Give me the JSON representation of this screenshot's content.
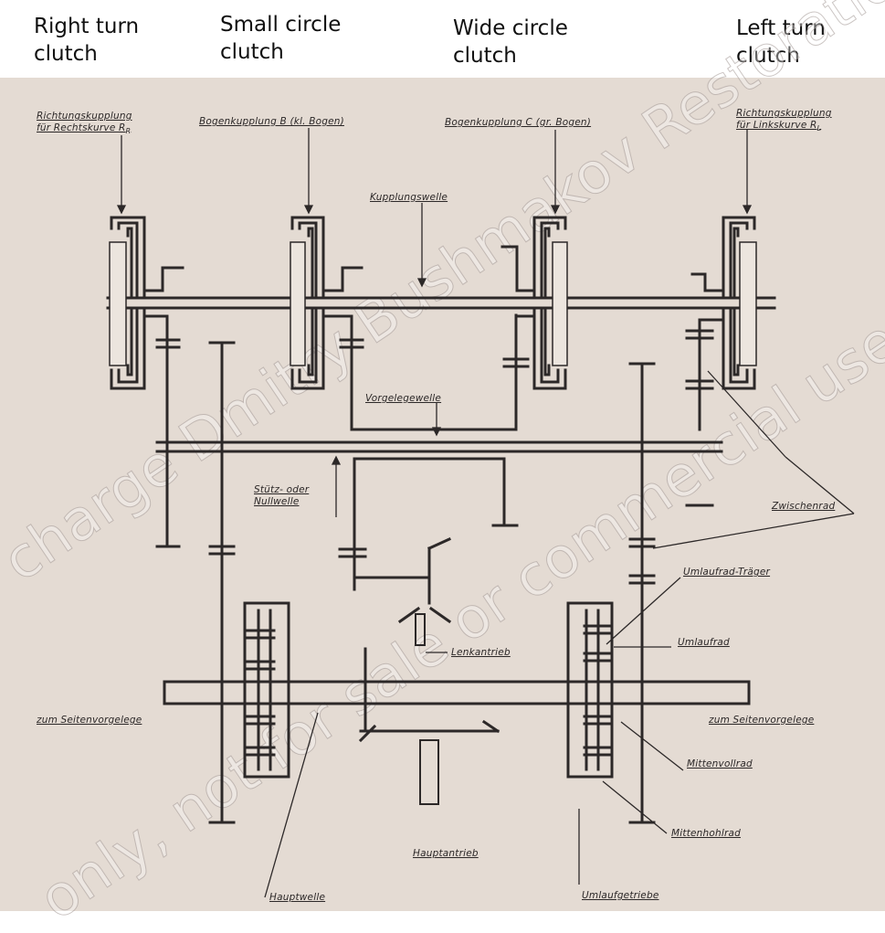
{
  "captions": {
    "right_turn": "Right turn\nclutch",
    "small_circle": "Small circle\nclutch",
    "wide_circle": "Wide circle\nclutch",
    "left_turn": "Left turn\nclutch"
  },
  "labels": {
    "richtung_rechts": "Richtungskupplung\nfür Rechtskurve R",
    "richtung_rechts_sub": "R",
    "bogen_b": "Bogenkupplung B (kl. Bogen)",
    "bogen_c": "Bogenkupplung C (gr. Bogen)",
    "richtung_links": "Richtungskupplung\nfür Linkskurve R",
    "richtung_links_sub": "L",
    "kupplungswelle": "Kupplungswelle",
    "vorgelegewelle": "Vorgelegewelle",
    "stuetzwelle": "Stütz- oder\nNullwelle",
    "zwischenrad": "Zwischenrad",
    "umlaufrad_traeger": "Umlaufrad-Träger",
    "umlaufrad": "Umlaufrad",
    "lenkantrieb": "Lenkantrieb",
    "seitenvorgelege_left": "zum Seitenvorgelege",
    "seitenvorgelege_right": "zum Seitenvorgelege",
    "mittenvollrad": "Mittenvollrad",
    "mittenhohlrad": "Mittenhohlrad",
    "hauptantrieb": "Hauptantrieb",
    "hauptwelle": "Hauptwelle",
    "umlaufgetriebe": "Umlaufgetriebe"
  },
  "watermark": {
    "line1": "charge Dmitry Bushmakov Restoration",
    "line2": "only, not for sale or commercial use, free"
  },
  "colors": {
    "paper": "#e4dbd3",
    "ink": "#2c2828"
  }
}
